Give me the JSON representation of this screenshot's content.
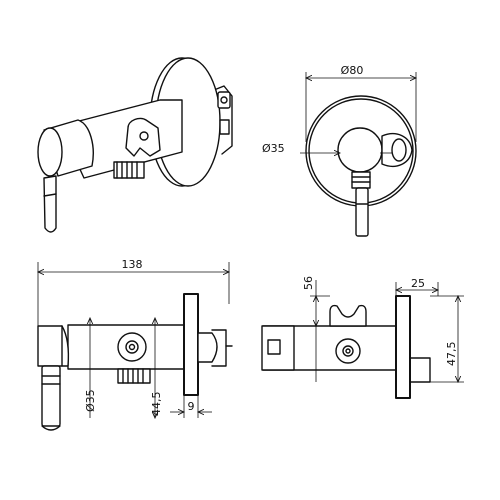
{
  "dimensions": {
    "d80": "Ø80",
    "d35_top": "Ø35",
    "len138": "138",
    "d35_side": "Ø35",
    "h44_5": "44,5",
    "w9": "9",
    "h56": "56",
    "w25": "25",
    "h47_5": "47,5"
  }
}
